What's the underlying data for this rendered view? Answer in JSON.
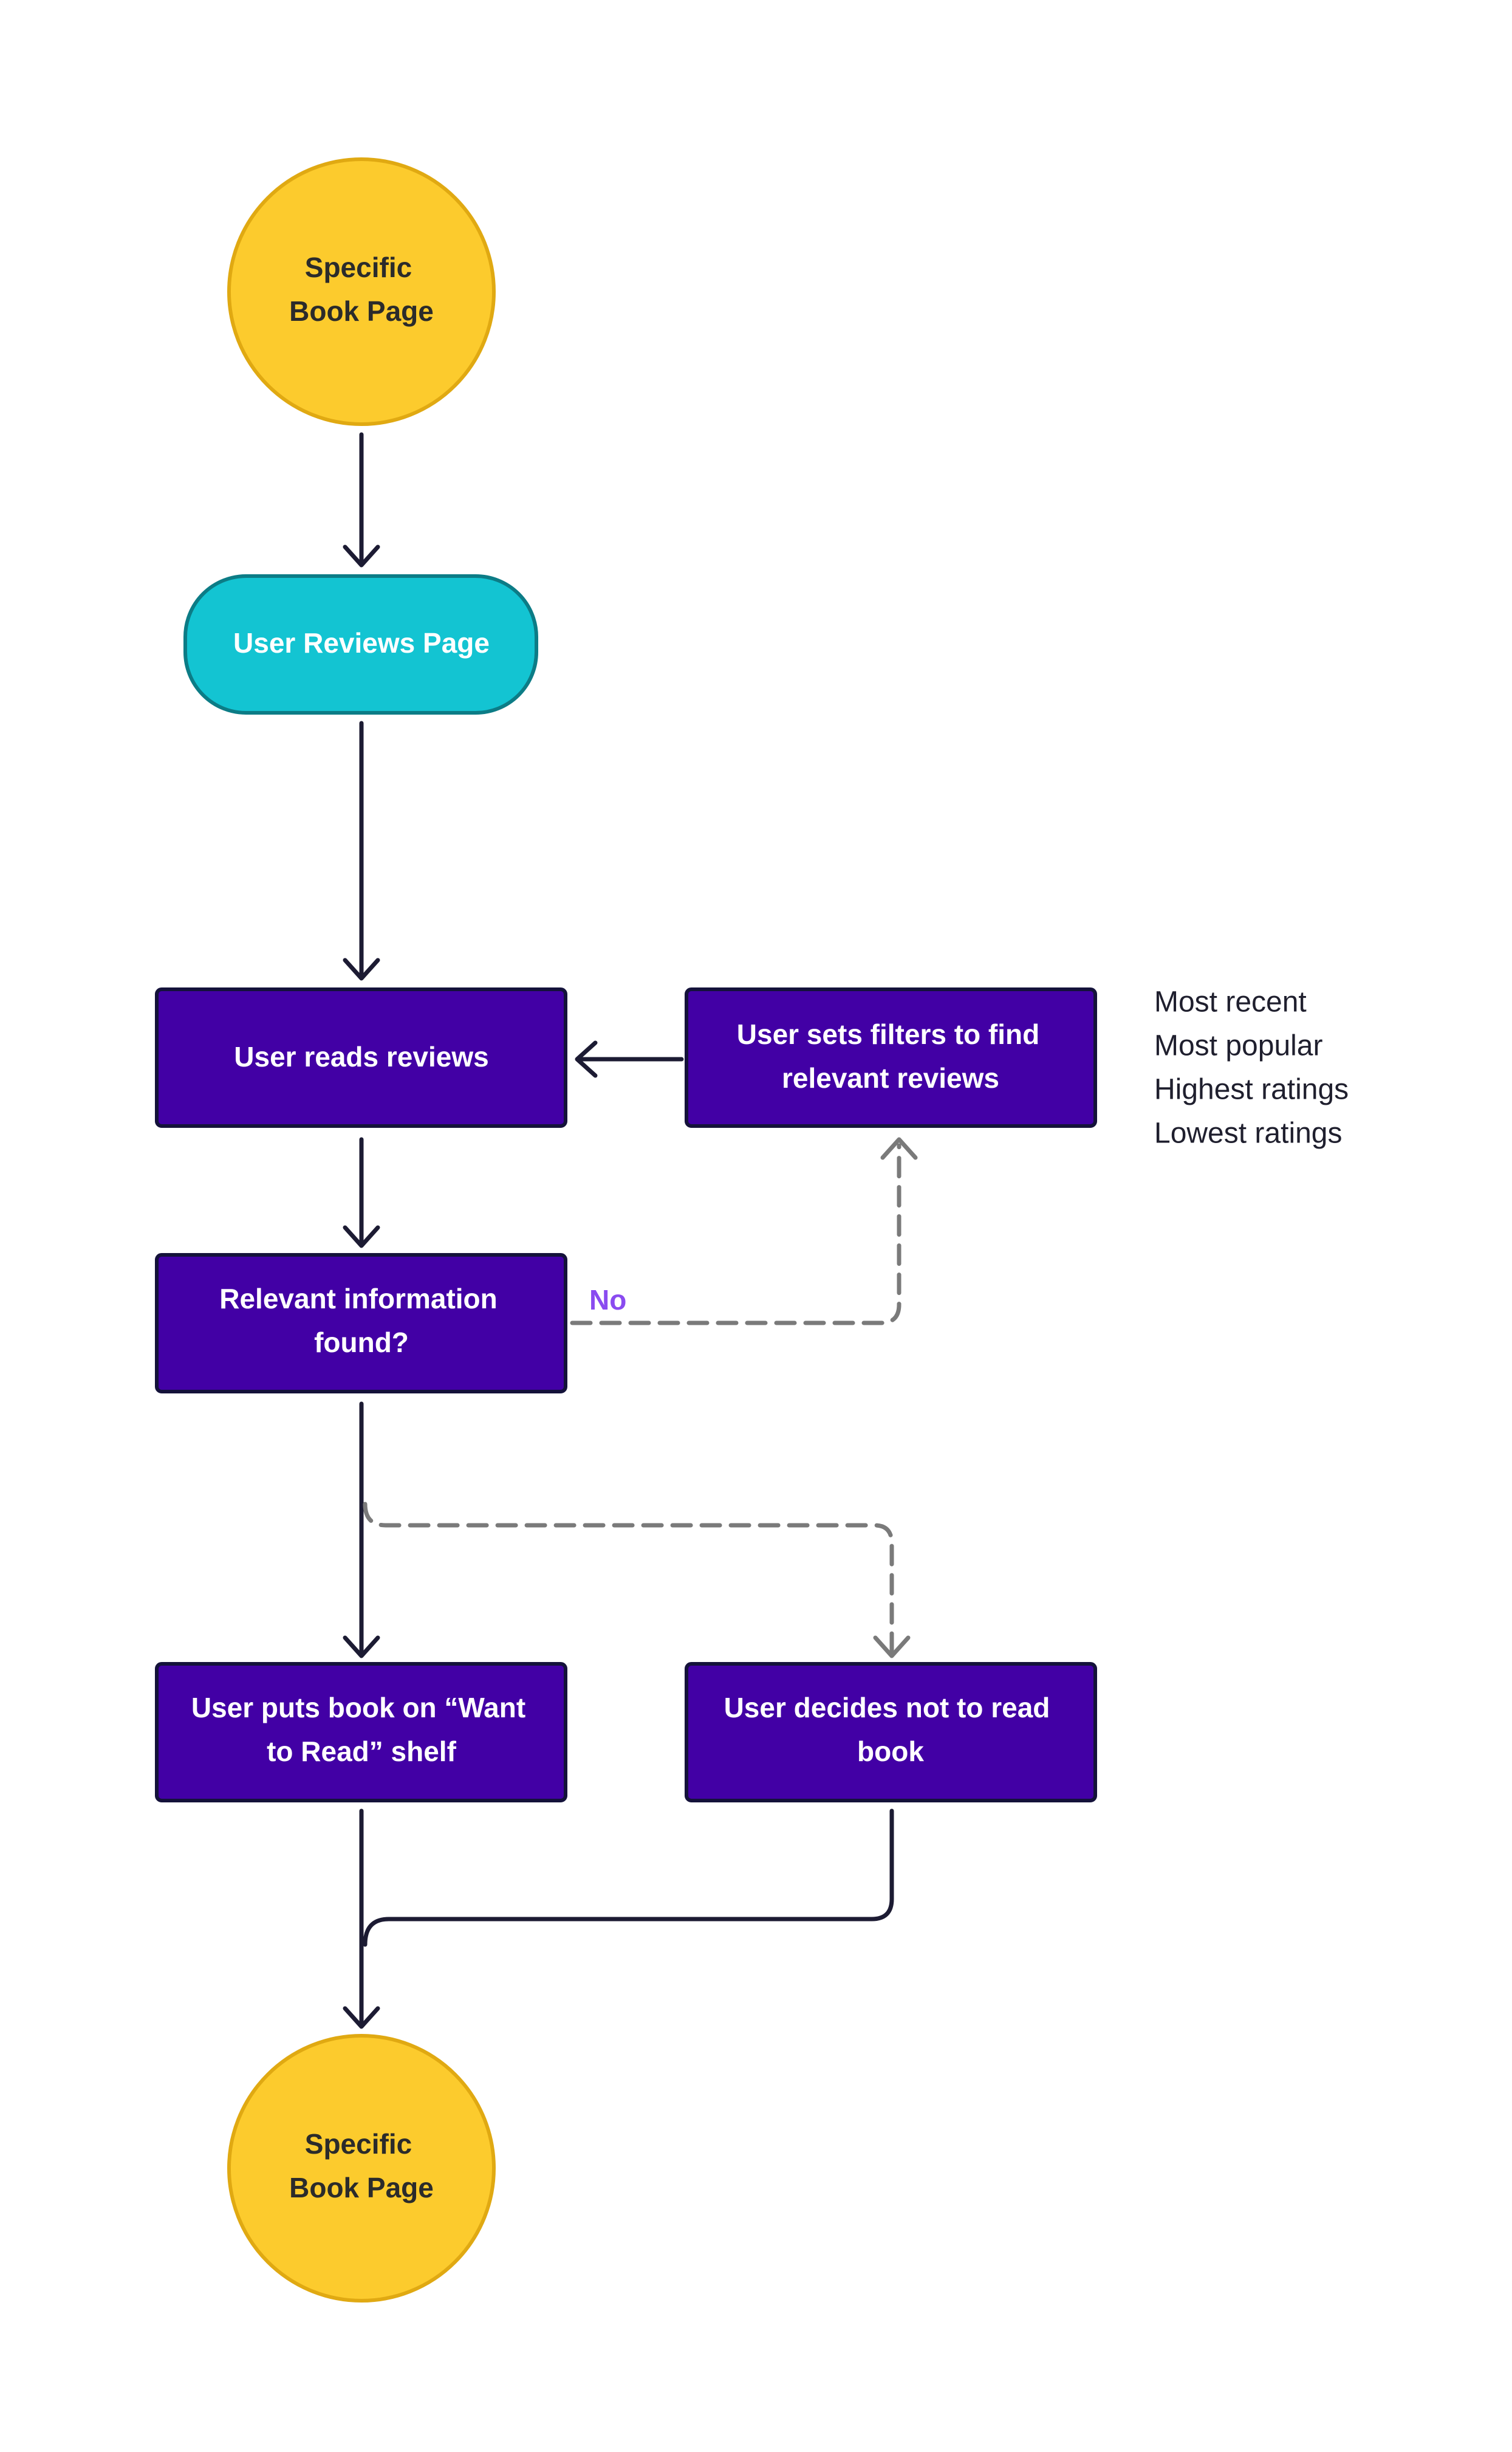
{
  "colors": {
    "terminal_fill": "#fccb2d",
    "terminal_stroke": "#e0a912",
    "page_fill": "#13c4d2",
    "page_stroke": "#0c7c86",
    "process_fill": "#4200a5",
    "process_stroke": "#14123a",
    "connector": "#1c1b33",
    "dashed_connector": "#7a7a7a",
    "no_label": "#8a4bf0"
  },
  "nodes": {
    "start": {
      "line1": "Specific",
      "line2": "Book Page"
    },
    "reviews_page": {
      "label": "User Reviews Page"
    },
    "reads_reviews": {
      "label": "User reads reviews"
    },
    "set_filters": {
      "line1": "User sets filters to find",
      "line2": "relevant reviews"
    },
    "decision": {
      "line1": "Relevant information",
      "line2": "found?"
    },
    "want_to_read": {
      "line1": "User puts book on “Want",
      "line2": "to Read” shelf"
    },
    "not_read": {
      "line1": "User decides not to read",
      "line2": "book"
    },
    "end": {
      "line1": "Specific",
      "line2": "Book Page"
    }
  },
  "edge_labels": {
    "no": "No"
  },
  "filter_options": [
    "Most recent",
    "Most popular",
    "Highest ratings",
    "Lowest ratings"
  ]
}
